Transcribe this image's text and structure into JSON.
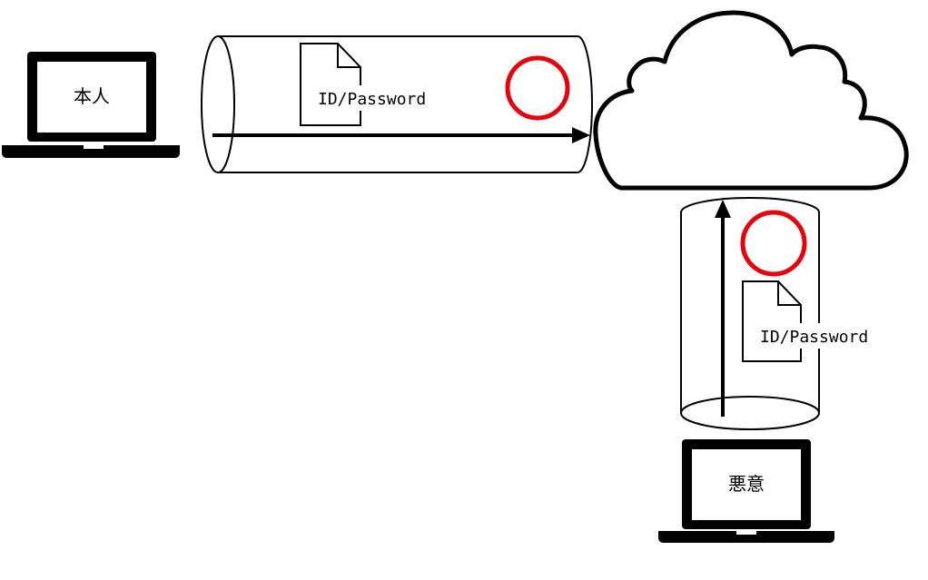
{
  "laptops": {
    "owner": {
      "label": "本人"
    },
    "malicious": {
      "label": "悪意"
    }
  },
  "connections": {
    "horizontal": {
      "document_label": "ID/Password"
    },
    "vertical": {
      "document_label": "ID/Password"
    }
  },
  "colors": {
    "stroke": "#000000",
    "status_ok": "#e8000b",
    "background": "#ffffff"
  },
  "icons": {
    "laptop": "laptop-icon",
    "cloud": "cloud-icon",
    "document": "document-icon",
    "ok_mark": "circle-mark-icon"
  }
}
